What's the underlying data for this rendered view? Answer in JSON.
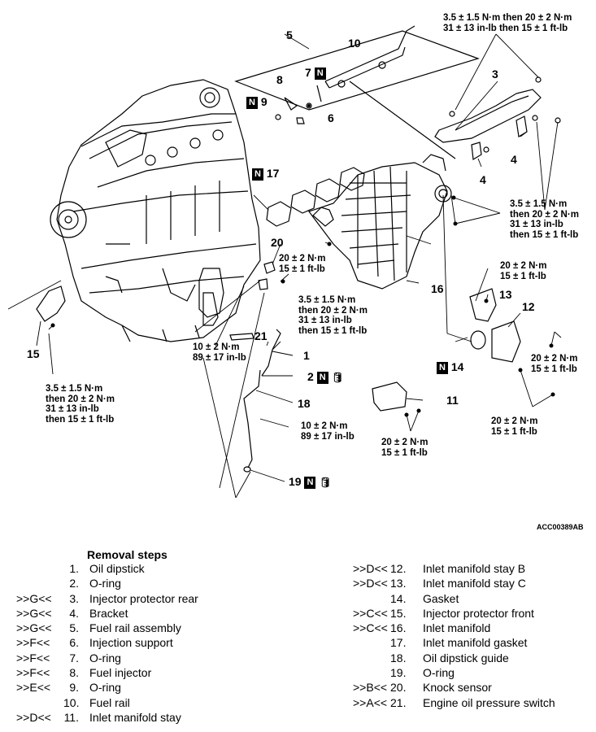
{
  "figure_ref": "ACC00389AB",
  "labels": {
    "l1": "1",
    "l2": "2",
    "l3": "3",
    "l4a": "4",
    "l4b": "4",
    "l5": "5",
    "l6": "6",
    "l7": "7",
    "l8": "8",
    "l9": "9",
    "l10": "10",
    "l11": "11",
    "l12": "12",
    "l13": "13",
    "l14": "14",
    "l15": "15",
    "l16": "16",
    "l17": "17",
    "l18": "18",
    "l19": "19",
    "l20": "20",
    "l21": "21",
    "n_mark": "N"
  },
  "torques": {
    "t_top_right": [
      "3.5 ± 1.5 N·m then 20 ± 2 N·m",
      "31 ± 13 in-lb then 15 ± 1 ft-lb"
    ],
    "t_mid_right": [
      "3.5 ± 1.5 N·m",
      "then 20 ± 2 N·m",
      "31 ± 13 in-lb",
      "then 15 ± 1 ft-lb"
    ],
    "t_20a": [
      "20 ± 2 N·m",
      "15 ± 1 ft-lb"
    ],
    "t_13": [
      "20 ± 2 N·m",
      "15 ± 1 ft-lb"
    ],
    "t_manifold": [
      "3.5 ± 1.5 N·m",
      "then 20 ± 2 N·m",
      "31 ± 13 in-lb",
      "then 15 ± 1 ft-lb"
    ],
    "t_12": [
      "20 ± 2 N·m",
      "15 ± 1 ft-lb"
    ],
    "t_12b": [
      "20 ± 2 N·m",
      "15 ± 1 ft-lb"
    ],
    "t_21": [
      "10 ± 2 N·m",
      "89 ± 17 in-lb"
    ],
    "t_15": [
      "3.5 ± 1.5 N·m",
      "then 20 ± 2 N·m",
      "31 ± 13 in-lb",
      "then 15 ± 1 ft-lb"
    ],
    "t_18": [
      "10 ± 2 N·m",
      "89 ± 17 in-lb"
    ],
    "t_11": [
      "20 ± 2 N·m",
      "15 ± 1 ft-lb"
    ]
  },
  "removal": {
    "title": "Removal steps",
    "left": [
      {
        "mark": "",
        "no": "1.",
        "name": "Oil dipstick"
      },
      {
        "mark": "",
        "no": "2.",
        "name": "O-ring"
      },
      {
        "mark": ">>G<<",
        "no": "3.",
        "name": "Injector protector rear"
      },
      {
        "mark": ">>G<<",
        "no": "4.",
        "name": "Bracket"
      },
      {
        "mark": ">>G<<",
        "no": "5.",
        "name": "Fuel rail assembly"
      },
      {
        "mark": ">>F<<",
        "no": "6.",
        "name": "Injection support"
      },
      {
        "mark": ">>F<<",
        "no": "7.",
        "name": "O-ring"
      },
      {
        "mark": ">>F<<",
        "no": "8.",
        "name": "Fuel injector"
      },
      {
        "mark": ">>E<<",
        "no": "9.",
        "name": "O-ring"
      },
      {
        "mark": "",
        "no": "10.",
        "name": "Fuel rail"
      },
      {
        "mark": ">>D<<",
        "no": "11.",
        "name": "Inlet manifold stay"
      }
    ],
    "right": [
      {
        "mark": ">>D<<",
        "no": "12.",
        "name": "Inlet manifold stay B"
      },
      {
        "mark": ">>D<<",
        "no": "13.",
        "name": "Inlet manifold stay C"
      },
      {
        "mark": "",
        "no": "14.",
        "name": "Gasket"
      },
      {
        "mark": ">>C<<",
        "no": "15.",
        "name": "Injector protector front"
      },
      {
        "mark": ">>C<<",
        "no": "16.",
        "name": "Inlet manifold"
      },
      {
        "mark": "",
        "no": "17.",
        "name": "Inlet manifold gasket"
      },
      {
        "mark": "",
        "no": "18.",
        "name": "Oil dipstick guide"
      },
      {
        "mark": "",
        "no": "19.",
        "name": "O-ring"
      },
      {
        "mark": ">>B<<",
        "no": "20.",
        "name": "Knock sensor"
      },
      {
        "mark": ">>A<<",
        "no": "21.",
        "name": "Engine oil pressure switch"
      }
    ]
  }
}
